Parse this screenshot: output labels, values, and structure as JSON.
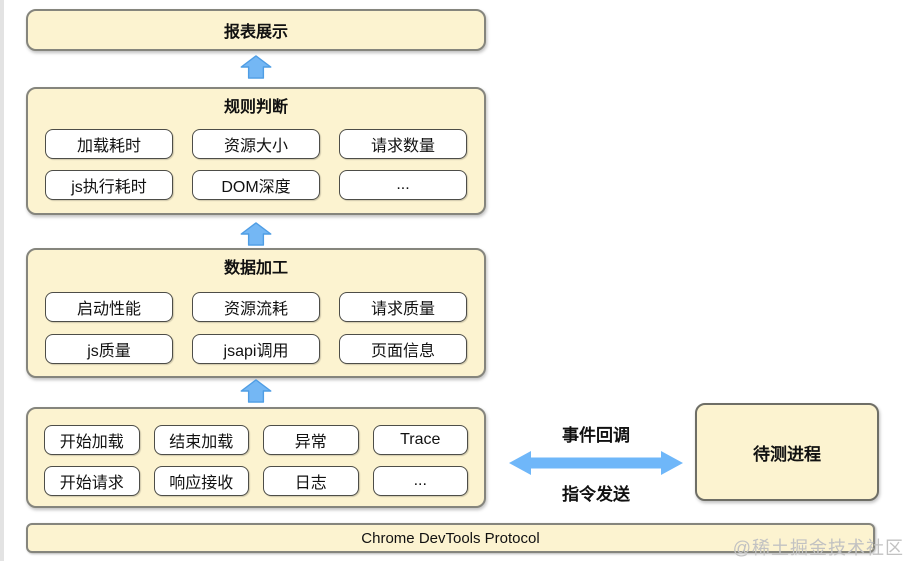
{
  "report_box": {
    "title": "报表展示"
  },
  "rules_box": {
    "title": "规则判断",
    "items": [
      "加载耗时",
      "资源大小",
      "请求数量",
      "js执行耗时",
      "DOM深度",
      "..."
    ]
  },
  "processing_box": {
    "title": "数据加工",
    "items": [
      "启动性能",
      "资源流耗",
      "请求质量",
      "js质量",
      "jsapi调用",
      "页面信息"
    ]
  },
  "events_box": {
    "items": [
      "开始加载",
      "结束加载",
      "异常",
      "Trace",
      "开始请求",
      "响应接收",
      "日志",
      "..."
    ]
  },
  "protocol_bar": {
    "label": "Chrome DevTools Protocol"
  },
  "target_box": {
    "label": "待测进程"
  },
  "channel": {
    "top_label": "事件回调",
    "bottom_label": "指令发送"
  },
  "watermark": {
    "text": "@稀土掘金技术社区"
  },
  "colors": {
    "box_fill": "#fcf3d0",
    "box_border": "#85857d",
    "item_border": "#4d4d48",
    "arrow_fill": "#74b7f4",
    "arrow_stroke": "#4f9de4",
    "link_arrow_fill": "#6fb7f9"
  }
}
